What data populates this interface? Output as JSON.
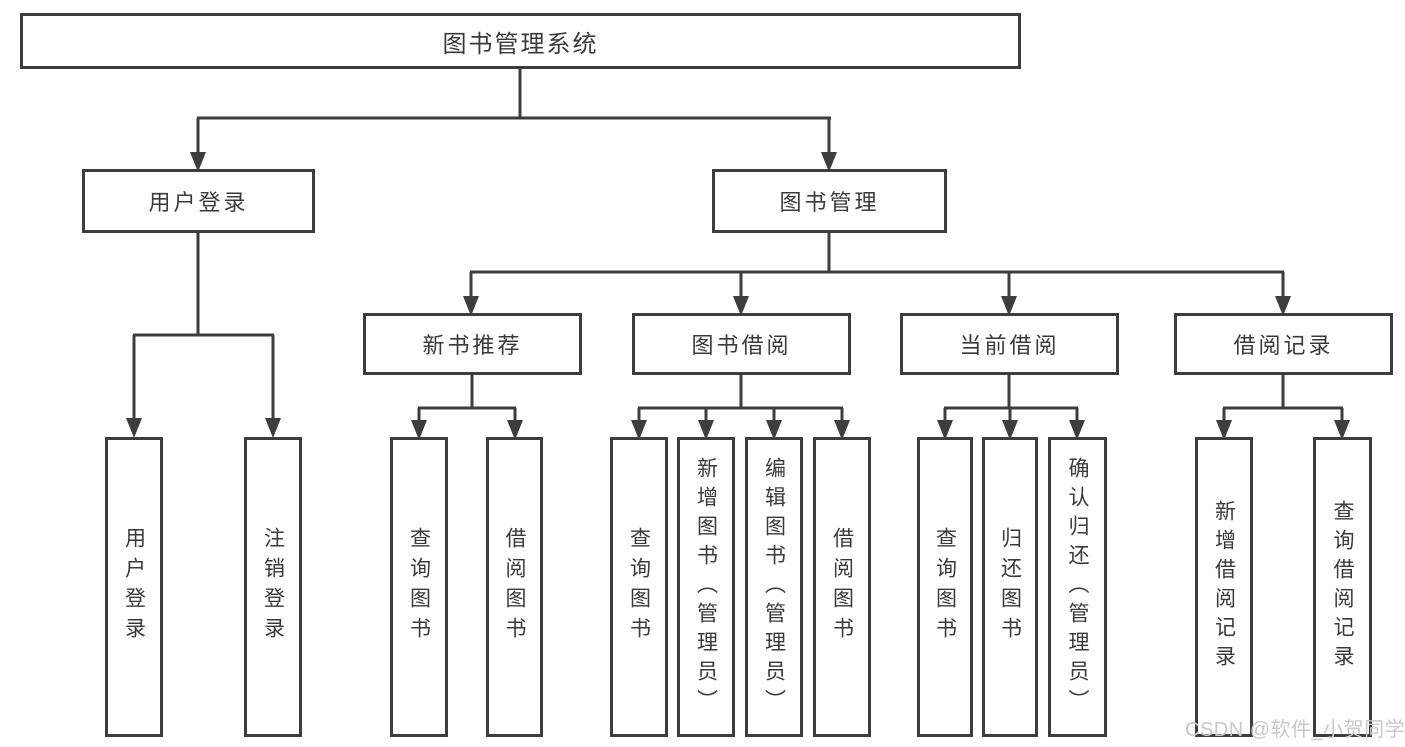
{
  "diagram_type": "hierarchy-tree",
  "tree": {
    "label": "图书管理系统",
    "children": [
      {
        "label": "用户登录",
        "children": [
          {
            "label": "用户登录"
          },
          {
            "label": "注销登录"
          }
        ]
      },
      {
        "label": "图书管理",
        "children": [
          {
            "label": "新书推荐",
            "children": [
              {
                "label": "查询图书"
              },
              {
                "label": "借阅图书"
              }
            ]
          },
          {
            "label": "图书借阅",
            "children": [
              {
                "label": "查询图书"
              },
              {
                "label": "新增图书（管理员）"
              },
              {
                "label": "编辑图书（管理员）"
              },
              {
                "label": "借阅图书"
              }
            ]
          },
          {
            "label": "当前借阅",
            "children": [
              {
                "label": "查询图书"
              },
              {
                "label": "归还图书"
              },
              {
                "label": "确认归还（管理员）"
              }
            ]
          },
          {
            "label": "借阅记录",
            "children": [
              {
                "label": "新增借阅记录"
              },
              {
                "label": "查询借阅记录"
              }
            ]
          }
        ]
      }
    ]
  },
  "watermark": {
    "text": "CSDN @软件_小贺同学"
  },
  "colors": {
    "background": "#ffffff",
    "line": "#3d3d3d",
    "text": "#3a3a3a",
    "watermark": "#c9c9c9"
  }
}
